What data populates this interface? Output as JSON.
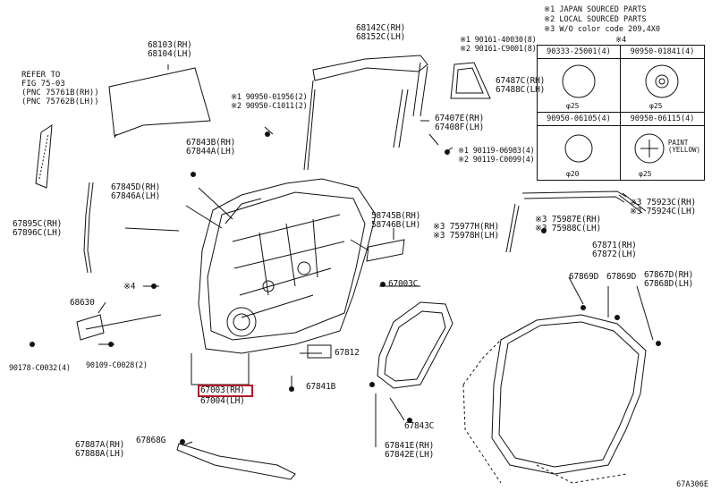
{
  "legend": {
    "notes": [
      "※1 JAPAN SOURCED PARTS",
      "※2 LOCAL SOURCED PARTS",
      "※3 W/O color code 209,4X0"
    ],
    "table_header": "※4",
    "cells": [
      {
        "part": "90333-25001(4)",
        "diameter": "φ25",
        "note": ""
      },
      {
        "part": "90950-01841(4)",
        "diameter": "φ25",
        "note": ""
      },
      {
        "part": "90950-06105(4)",
        "diameter": "φ20",
        "note": ""
      },
      {
        "part": "90950-06115(4)",
        "diameter": "φ25",
        "note": "PAINT\n(YELLOW)"
      }
    ]
  },
  "labels": {
    "l_68103": "68103(RH)\n68104(LH)",
    "l_refer": "REFER TO\nFIG 75-03\n(PNC 75761B(RH))\n(PNC 75762B(LH))",
    "l_68142": "68142C(RH)\n68152C(LH)",
    "l_90161": "※1 90161-40030(8)\n※2 90161-C9001(8)",
    "l_67487": "67487C(RH)\n67488C(LH)",
    "l_90950a": "※1 90950-01956(2)\n※2 90950-C1011(2)",
    "l_67407": "67407E(RH)\n67408F(LH)",
    "l_67843": "67843B(RH)\n67844A(LH)",
    "l_90119": "※1 90119-06983(4)\n※2 90119-C0099(4)",
    "l_67845": "67845D(RH)\n67846A(LH)",
    "l_58745": "58745B(RH)\n58746B(LH)",
    "l_75977": "※3 75977H(RH)\n※3 75978H(LH)",
    "l_75987": "※3 75987E(RH)\n※3 75988C(LH)",
    "l_75923": "※3 75923C(RH)\n※3 75924C(LH)",
    "l_67895": "67895C(RH)\n67896C(LH)",
    "l_67871": "67871(RH)\n67872(LH)",
    "l_x4": "※4",
    "l_67003c": "67003C",
    "l_67869a": "67869D",
    "l_67869b": "67869D",
    "l_67867": "67867D(RH)\n67868D(LH)",
    "l_68630": "68630",
    "l_67812": "67812",
    "l_90178": "90178-C0032(4)",
    "l_90109": "90109-C0028(2)",
    "l_67003": "67003(RH)",
    "l_67004": "67004(LH)",
    "l_67841b": "67841B",
    "l_67843c": "67843C",
    "l_67841e": "67841E(RH)\n67842E(LH)",
    "l_67887": "67887A(RH)\n67888A(LH)",
    "l_67868g": "67868G"
  },
  "figure_code": "67A306E",
  "colors": {
    "ink": "#111111",
    "highlight": "#b0182b"
  }
}
